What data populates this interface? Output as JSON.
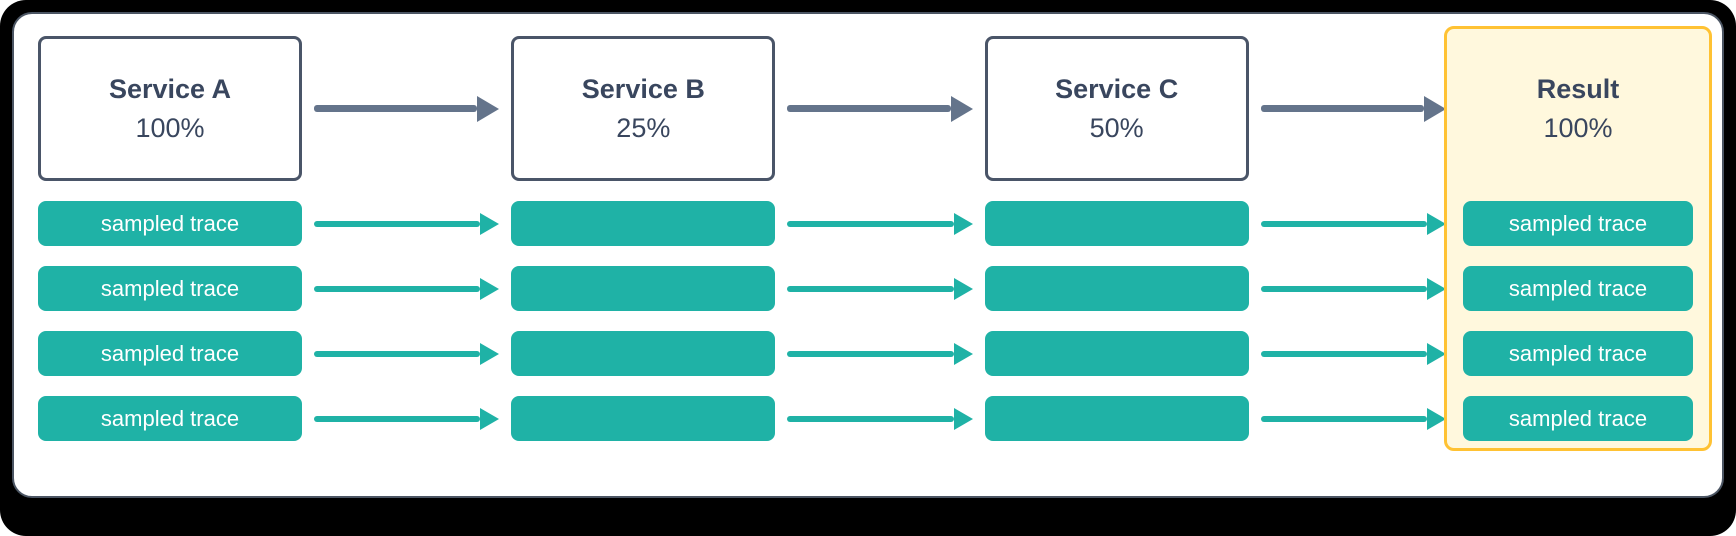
{
  "colors": {
    "page_bg": "#000000",
    "card_bg": "#ffffff",
    "card_border": "#4b5563",
    "box_border": "#4a5568",
    "heading_text": "#39465e",
    "arrow_gray": "#64748b",
    "teal": "#1fb2a6",
    "trace_text": "#ffffff",
    "result_bg": "#fff8dd",
    "result_border": "#ffc233"
  },
  "services": [
    {
      "name": "Service A",
      "rate": "100%"
    },
    {
      "name": "Service B",
      "rate": "25%"
    },
    {
      "name": "Service C",
      "rate": "50%"
    }
  ],
  "result": {
    "name": "Result",
    "rate": "100%"
  },
  "trace_label": "sampled trace",
  "trace_rows": 4
}
